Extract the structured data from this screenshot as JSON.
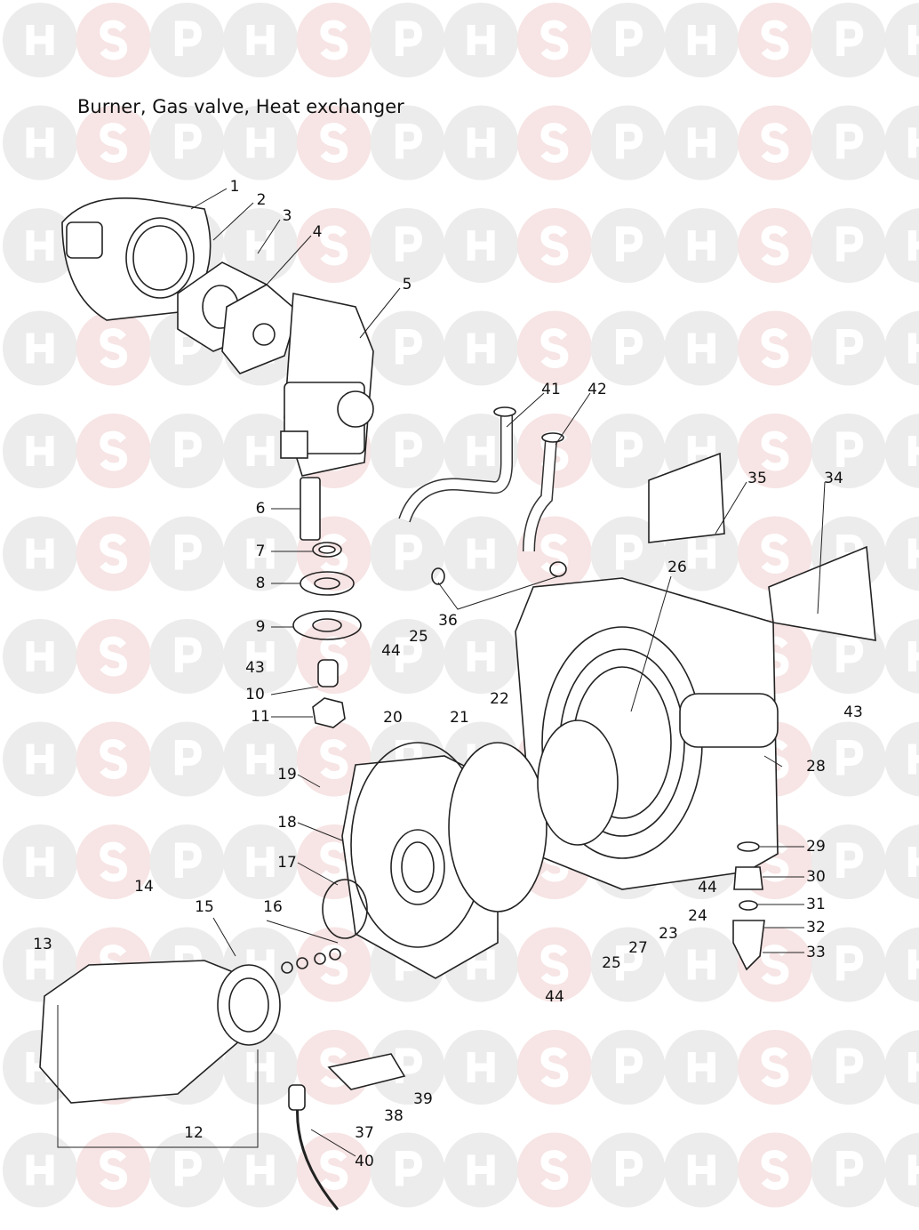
{
  "title": "Burner, Gas valve, Heat exchanger",
  "watermark": {
    "letters": [
      "H",
      "S",
      "P"
    ],
    "circle_grey": "#ececec",
    "circle_pink": "#f7e4e4"
  },
  "callouts": [
    "1",
    "2",
    "3",
    "4",
    "5",
    "41",
    "42",
    "35",
    "34",
    "26",
    "6",
    "7",
    "8",
    "9",
    "43",
    "10",
    "11",
    "36",
    "25",
    "44",
    "43",
    "20",
    "21",
    "22",
    "28",
    "19",
    "18",
    "17",
    "29",
    "30",
    "44",
    "14",
    "15",
    "16",
    "31",
    "24",
    "23",
    "32",
    "13",
    "27",
    "33",
    "25",
    "44",
    "39",
    "38",
    "37",
    "12",
    "40"
  ]
}
